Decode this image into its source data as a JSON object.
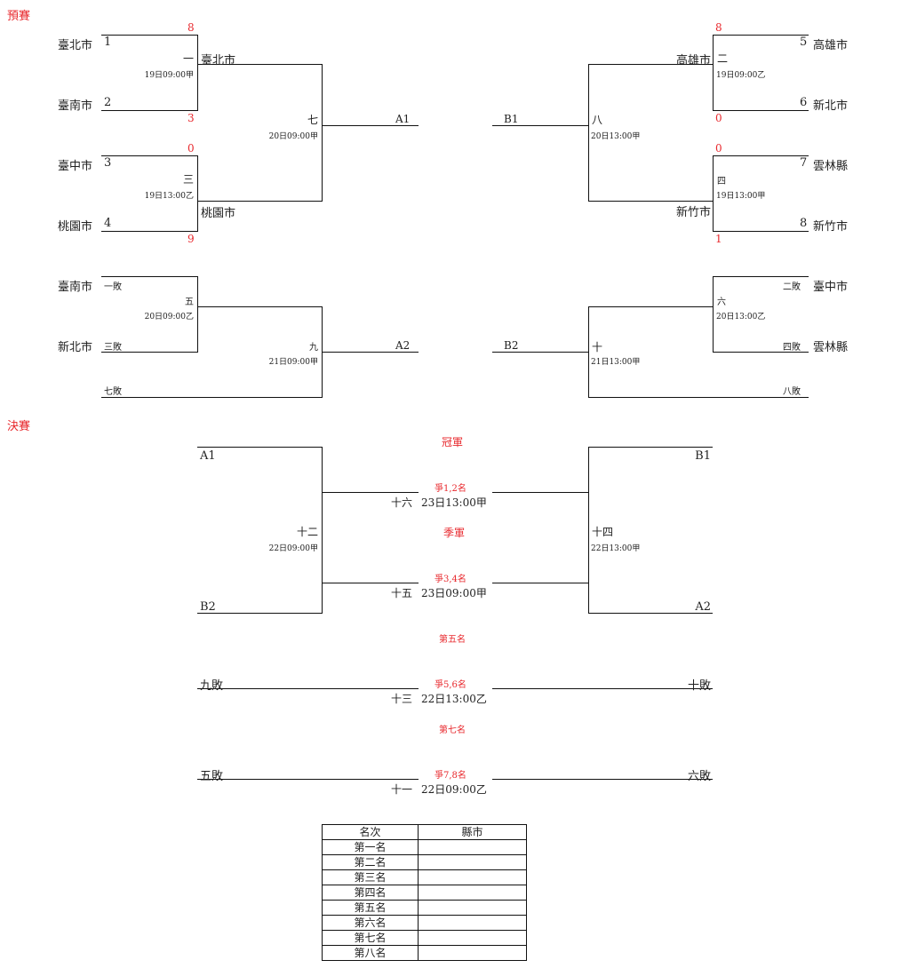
{
  "sections": {
    "prelim": "預賽",
    "final": "決賽"
  },
  "prelim": {
    "left": {
      "teams": [
        {
          "name": "臺北市",
          "seed": "1",
          "score": "8"
        },
        {
          "name": "臺南市",
          "seed": "2",
          "score": "3"
        },
        {
          "name": "臺中市",
          "seed": "3",
          "score": "0"
        },
        {
          "name": "桃園市",
          "seed": "4",
          "score": "9"
        }
      ],
      "game1": {
        "no": "一",
        "time": "19日09:00甲",
        "winner": "臺北市"
      },
      "game3": {
        "no": "三",
        "time": "19日13:00乙",
        "winner": "桃園市"
      },
      "game7": {
        "no": "七",
        "time": "20日09:00甲",
        "result": "A1"
      },
      "loser_bracket": {
        "entries": [
          {
            "name": "臺南市",
            "slot": "一敗"
          },
          {
            "name": "新北市",
            "slot": "三敗"
          },
          {
            "name": "",
            "slot": "七敗"
          }
        ],
        "game5": {
          "no": "五",
          "time": "20日09:00乙"
        },
        "game9": {
          "no": "九",
          "time": "21日09:00甲",
          "result": "A2"
        }
      }
    },
    "right": {
      "teams": [
        {
          "name": "高雄市",
          "seed": "5",
          "score": "8"
        },
        {
          "name": "新北市",
          "seed": "6",
          "score": "0"
        },
        {
          "name": "雲林縣",
          "seed": "7",
          "score": "0"
        },
        {
          "name": "新竹市",
          "seed": "8",
          "score": "1"
        }
      ],
      "game2": {
        "no": "二",
        "time": "19日09:00乙",
        "winner": "高雄市"
      },
      "game4": {
        "no": "四",
        "time": "19日13:00甲",
        "winner": "新竹市"
      },
      "game8": {
        "no": "八",
        "time": "20日13:00甲",
        "result": "B1"
      },
      "loser_bracket": {
        "entries": [
          {
            "name": "臺中市",
            "slot": "二敗"
          },
          {
            "name": "雲林縣",
            "slot": "四敗"
          },
          {
            "name": "",
            "slot": "八敗"
          }
        ],
        "game6": {
          "no": "六",
          "time": "20日13:00乙"
        },
        "game10": {
          "no": "十",
          "time": "21日13:00甲",
          "result": "B2"
        }
      }
    }
  },
  "final": {
    "champion_label": "冠軍",
    "third_label": "季軍",
    "fifth_label": "第五名",
    "seventh_label": "第七名",
    "semi_left": {
      "top": "A1",
      "bottom": "B2",
      "no": "十二",
      "time": "22日09:00甲"
    },
    "semi_right": {
      "top": "B1",
      "bottom": "A2",
      "no": "十四",
      "time": "22日13:00甲"
    },
    "match_1_2": {
      "label": "爭1,2名",
      "no": "十六",
      "time": "23日13:00甲"
    },
    "match_3_4": {
      "label": "爭3,4名",
      "no": "十五",
      "time": "23日09:00甲"
    },
    "match_5_6": {
      "label": "爭5,6名",
      "no": "十三",
      "time": "22日13:00乙",
      "left": "九敗",
      "right": "十敗"
    },
    "match_7_8": {
      "label": "爭7,8名",
      "no": "十一",
      "time": "22日09:00乙",
      "left": "五敗",
      "right": "六敗"
    }
  },
  "ranking_table": {
    "headers": [
      "名次",
      "縣市"
    ],
    "rows": [
      {
        "rank": "第一名",
        "city": ""
      },
      {
        "rank": "第二名",
        "city": ""
      },
      {
        "rank": "第三名",
        "city": ""
      },
      {
        "rank": "第四名",
        "city": ""
      },
      {
        "rank": "第五名",
        "city": ""
      },
      {
        "rank": "第六名",
        "city": ""
      },
      {
        "rank": "第七名",
        "city": ""
      },
      {
        "rank": "第八名",
        "city": ""
      }
    ]
  }
}
